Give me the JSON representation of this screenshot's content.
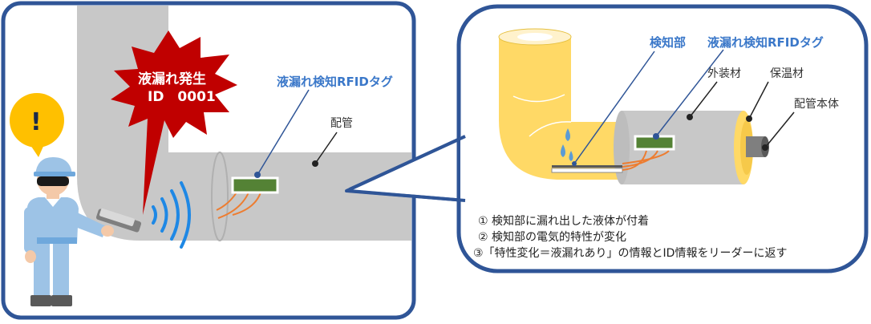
{
  "alert": {
    "line1": "液漏れ発生",
    "line2": "ID　0001"
  },
  "exclamation": "!",
  "left_panel": {
    "tag_label": "液漏れ検知RFIDタグ",
    "pipe_label": "配管"
  },
  "right_panel": {
    "sensor_label": "検知部",
    "tag_label": "液漏れ検知RFIDタグ",
    "outer_label": "外装材",
    "insulation_label": "保温材",
    "pipe_body_label": "配管本体",
    "steps": [
      "① 検知部に漏れ出した液体が付着",
      "② 検知部の電気的特性が変化",
      "③「特性変化＝液漏れあり」の情報とID情報をリーダーに返す"
    ]
  },
  "colors": {
    "frame": "#2f5597",
    "pipe": "#c8c8c8",
    "pipe_dark": "#a9a9a9",
    "insulation": "#ffd966",
    "tag_green": "#548235",
    "alert_red": "#c00000",
    "wave_blue": "#1e88e5",
    "wire_orange": "#ed7d31",
    "label_blue": "#3b78c9"
  }
}
